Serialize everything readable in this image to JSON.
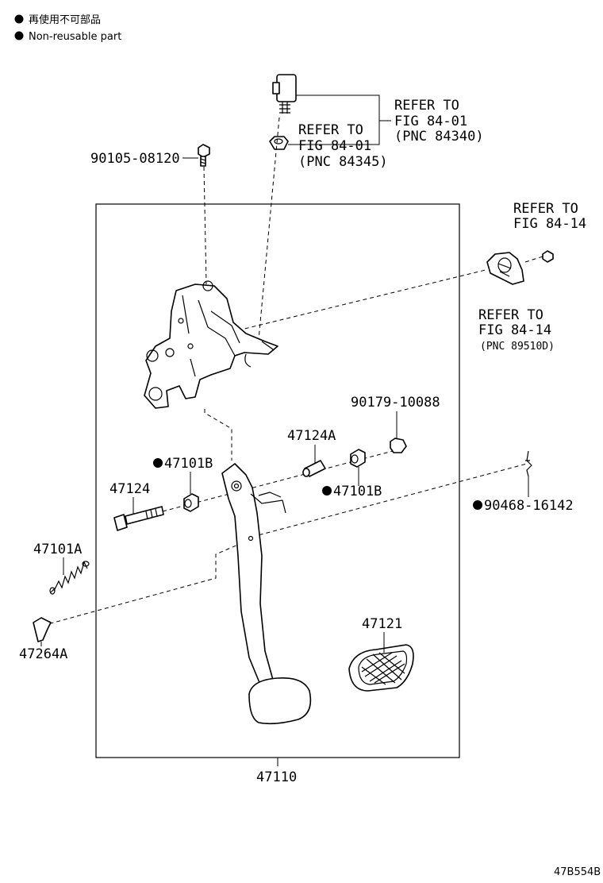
{
  "legend": [
    {
      "text": "再使用不可部品"
    },
    {
      "text": "Non-reusable part"
    }
  ],
  "callouts": {
    "bolt_top": "90105-08120",
    "refer_84340": [
      "REFER TO",
      "FIG 84-01",
      "(PNC 84340)"
    ],
    "refer_84345": [
      "REFER TO",
      "FIG 84-01",
      "(PNC 84345)"
    ],
    "refer_84_14_top": [
      "REFER TO",
      "FIG 84-14"
    ],
    "refer_89510d": [
      "REFER TO",
      "FIG 84-14",
      "(PNC 89510D)"
    ],
    "nut": "90179-10088",
    "collar": "47124A",
    "bushing_left": "47101B",
    "bushing_right": "47101B",
    "pin_bolt": "47124",
    "clip": "90468-16142",
    "spring": "47101A",
    "stopper": "47264A",
    "pad": "47121",
    "pedal_assy": "47110"
  },
  "figure_code": "47B554B"
}
